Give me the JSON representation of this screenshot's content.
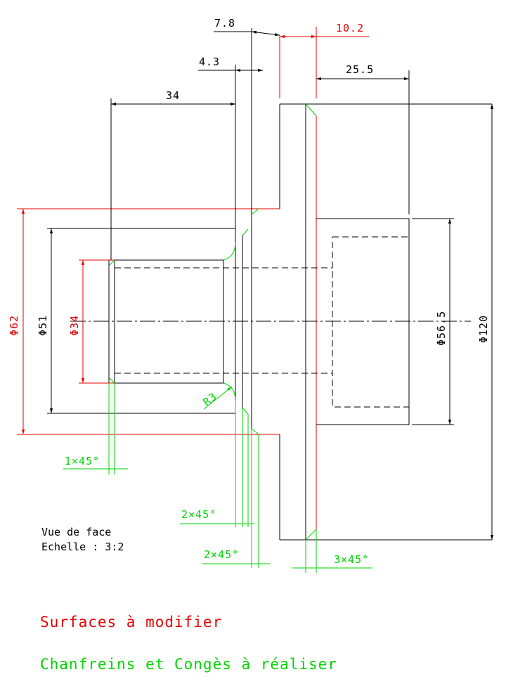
{
  "dimensions": {
    "d78": "7.8",
    "d102": "10.2",
    "d43": "4.3",
    "d255": "25.5",
    "d34_len": "34",
    "dia62": "Φ62",
    "dia51": "Φ51",
    "dia34": "Φ34",
    "dia565": "Φ56.5",
    "dia120": "Φ120",
    "r3": "R3",
    "ch1x45": "1×45°",
    "ch2x45_a": "2×45°",
    "ch2x45_b": "2×45°",
    "ch3x45": "3×45°"
  },
  "view_note": {
    "line1": "Vue de face",
    "line2": "Echelle :  3:2"
  },
  "legend": {
    "modify": "Surfaces à modifier",
    "chamfers": "Chanfreins et Congès à réaliser"
  },
  "colors": {
    "modify": "#e60000",
    "chamfers": "#00d400",
    "outline": "#000000"
  }
}
